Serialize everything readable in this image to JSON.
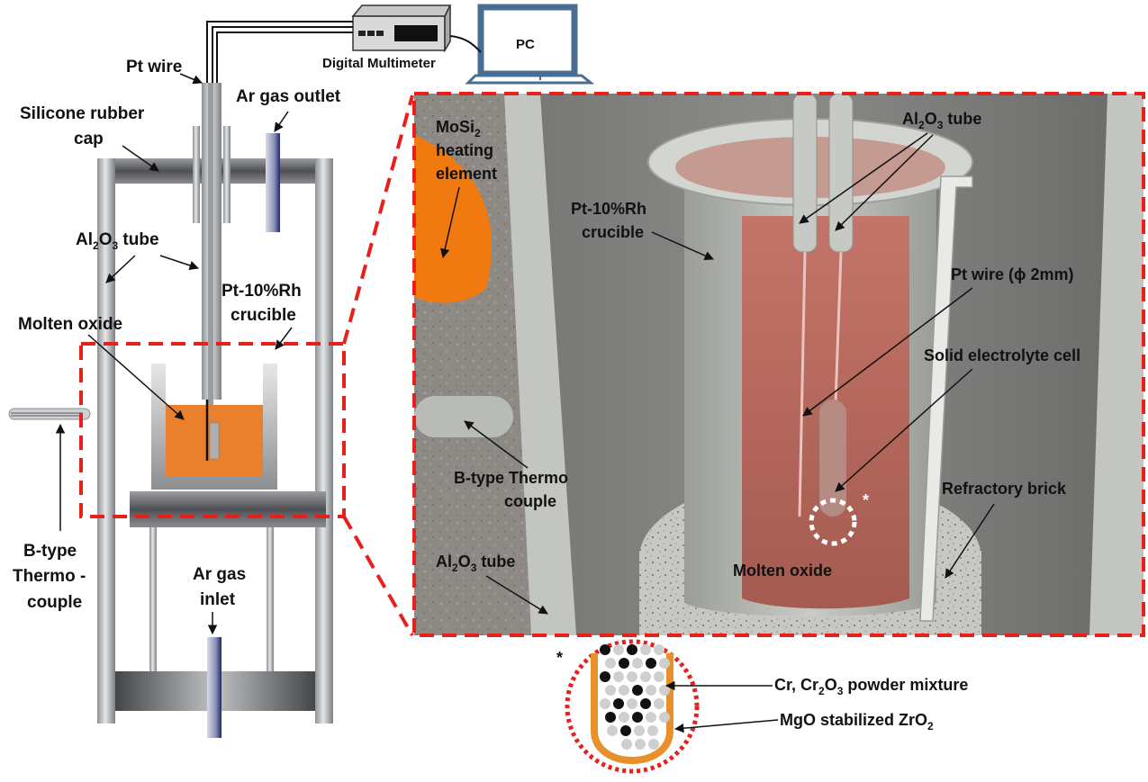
{
  "colors": {
    "dashed_frame": "#e8201c",
    "molten_oxide": "#e8802e",
    "alumina": "#b9bcbf",
    "heating_element": "#f07a10",
    "zirconia_shell": "#e8902a",
    "pc_frame": "#4a6d92"
  },
  "instruments": {
    "multimeter_label": "Digital Multimeter",
    "pc_label": "PC"
  },
  "furnace_labels": {
    "pt_wire": "Pt wire",
    "ar_gas_outlet": "Ar gas outlet",
    "silicone_cap_line1": "Silicone rubber",
    "silicone_cap_line2": "cap",
    "al2o3_tube": {
      "prefix": "Al",
      "sub1": "2",
      "mid": "O",
      "sub2": "3",
      "suffix": " tube"
    },
    "pt_rh_line1": "Pt-10%Rh",
    "pt_rh_line2": "crucible",
    "molten_oxide": "Molten oxide",
    "btype_line1": "B-type",
    "btype_line2": "Thermo -",
    "btype_line3": "couple",
    "ar_inlet_line1": "Ar gas",
    "ar_inlet_line2": "inlet"
  },
  "zoom_labels": {
    "mosi2_line1_prefix": "MoSi",
    "mosi2_line1_sub": "2",
    "mosi2_line2": "heating",
    "mosi2_line3": "element",
    "al2o3_tube_top": {
      "prefix": "Al",
      "sub1": "2",
      "mid": "O",
      "sub2": "3",
      "suffix": " tube"
    },
    "pt_rh_line1": "Pt-10%Rh",
    "pt_rh_line2": "crucible",
    "pt_wire_dia": "Pt wire (ϕ 2mm)",
    "solid_electrolyte": "Solid electrolyte cell",
    "btype_line1": "B-type Thermo",
    "btype_line2": "couple",
    "refractory_brick": "Refractory brick",
    "al2o3_tube_bottom": {
      "prefix": "Al",
      "sub1": "2",
      "mid": "O",
      "sub2": "3",
      "suffix": " tube"
    },
    "molten_oxide": "Molten oxide",
    "asterisk": "*"
  },
  "detail_labels": {
    "asterisk": "*",
    "powder": {
      "prefix": "Cr, Cr",
      "sub1": "2",
      "mid": "O",
      "sub2": "3",
      "suffix": " powder mixture"
    },
    "zirconia": {
      "prefix": "MgO stabilized ZrO",
      "sub1": "2"
    }
  }
}
